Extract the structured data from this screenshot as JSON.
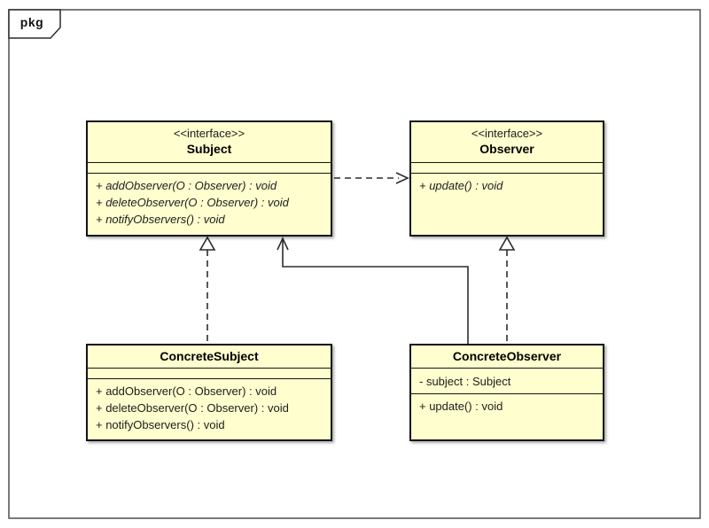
{
  "package": {
    "tag_label": "pkg"
  },
  "colors": {
    "class_fill": "#FEFECE",
    "class_border": "#141414",
    "frame_border": "#4f4f4f",
    "relation_line": "#2d2d2d",
    "background": "#ffffff"
  },
  "classes": {
    "subject": {
      "stereotype": "<<interface>>",
      "name": "Subject",
      "attributes": [],
      "methods": [
        "+ addObserver(O : Observer) : void",
        "+ deleteObserver(O : Observer) : void",
        "+ notifyObservers() : void"
      ],
      "methods_italic": true
    },
    "observer": {
      "stereotype": "<<interface>>",
      "name": "Observer",
      "attributes": [],
      "methods": [
        "+ update() : void"
      ],
      "methods_italic": true
    },
    "concrete_subject": {
      "name": "ConcreteSubject",
      "attributes": [],
      "methods": [
        "+ addObserver(O : Observer) : void",
        "+ deleteObserver(O : Observer) : void",
        "+ notifyObservers() : void"
      ],
      "methods_italic": false
    },
    "concrete_observer": {
      "name": "ConcreteObserver",
      "attributes": [
        "- subject : Subject"
      ],
      "methods": [
        "+ update() : void"
      ],
      "methods_italic": false
    }
  },
  "relationships": [
    {
      "from": "Subject",
      "to": "Observer",
      "type": "dependency",
      "style": "dashed-open-arrow"
    },
    {
      "from": "ConcreteSubject",
      "to": "Subject",
      "type": "realization",
      "style": "dashed-hollow-triangle"
    },
    {
      "from": "ConcreteObserver",
      "to": "Observer",
      "type": "realization",
      "style": "dashed-hollow-triangle"
    },
    {
      "from": "ConcreteObserver",
      "to": "Subject",
      "type": "association",
      "style": "solid-open-arrow"
    }
  ]
}
